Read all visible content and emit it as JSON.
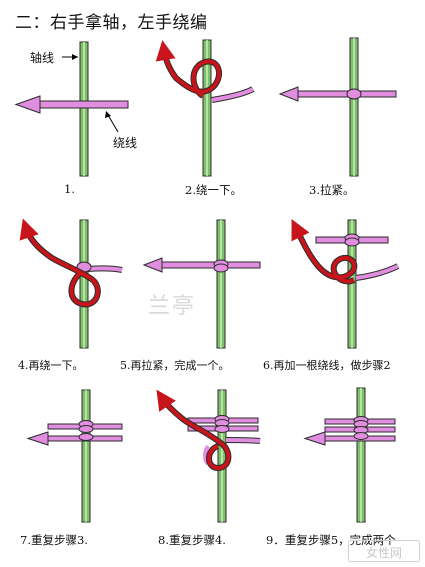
{
  "title": "二：右手拿轴，左手绕编",
  "callouts": {
    "axis": "轴线",
    "wrap": "绕线"
  },
  "steps": [
    {
      "label": "1."
    },
    {
      "label": "2.绕一下。"
    },
    {
      "label": "3.拉紧。"
    },
    {
      "label": "4.再绕一下。"
    },
    {
      "label": "5.再拉紧，完成一个。"
    },
    {
      "label": "6.再加一根绕线，做步骤2"
    },
    {
      "label": "7.重复步骤3."
    },
    {
      "label": "8.重复步骤4."
    },
    {
      "label": "9．重复步骤5，完成两个"
    }
  ],
  "watermark": {
    "center": "兰亭",
    "corner": "女性网"
  },
  "colors": {
    "axis": "#7fbf6a",
    "wrap": "#e28ee0",
    "arrow_red": "#c8141b",
    "outline": "#2b2b2b"
  }
}
